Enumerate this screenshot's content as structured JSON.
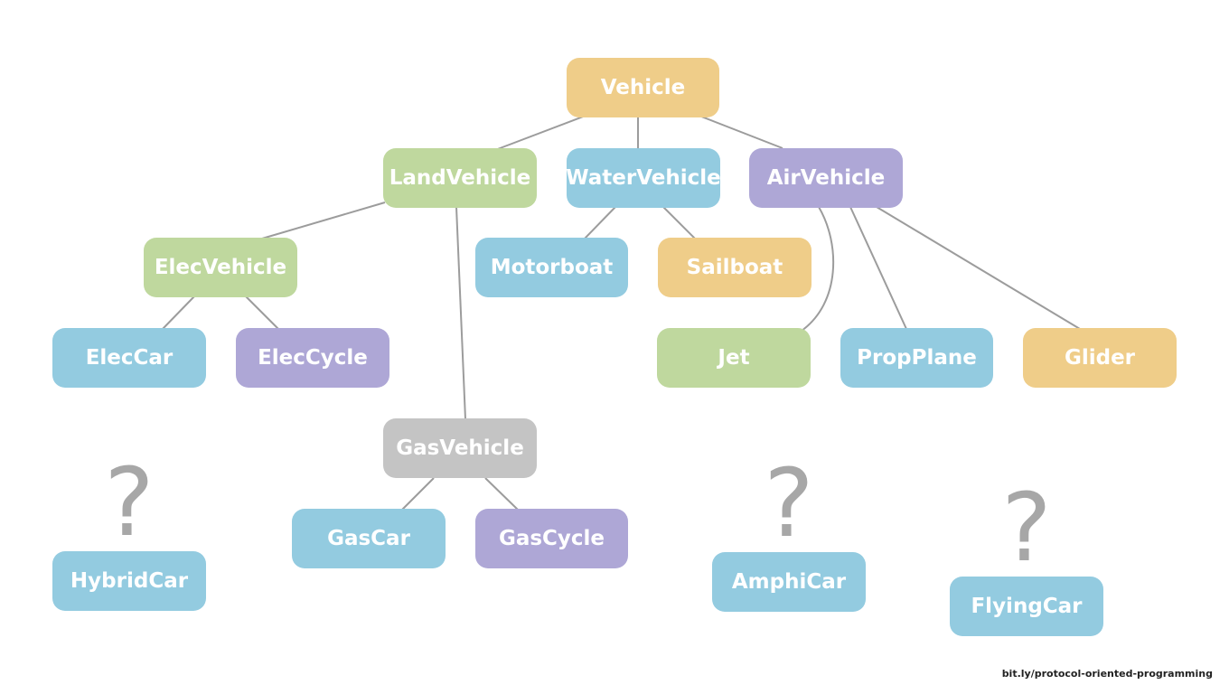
{
  "colors": {
    "edge": "#9c9c9c",
    "question": "#a7a7a7",
    "text": "#ffffff"
  },
  "nodes": {
    "vehicle": {
      "label": "Vehicle",
      "color": "#efcd89"
    },
    "land_vehicle": {
      "label": "LandVehicle",
      "color": "#bfd89e"
    },
    "water_vehicle": {
      "label": "WaterVehicle",
      "color": "#93cbe0"
    },
    "air_vehicle": {
      "label": "AirVehicle",
      "color": "#aea7d6"
    },
    "elec_vehicle": {
      "label": "ElecVehicle",
      "color": "#bfd89e"
    },
    "motorboat": {
      "label": "Motorboat",
      "color": "#93cbe0"
    },
    "sailboat": {
      "label": "Sailboat",
      "color": "#efcd89"
    },
    "elec_car": {
      "label": "ElecCar",
      "color": "#93cbe0"
    },
    "elec_cycle": {
      "label": "ElecCycle",
      "color": "#aea7d6"
    },
    "jet": {
      "label": "Jet",
      "color": "#bfd89e"
    },
    "prop_plane": {
      "label": "PropPlane",
      "color": "#93cbe0"
    },
    "glider": {
      "label": "Glider",
      "color": "#efcd89"
    },
    "gas_vehicle": {
      "label": "GasVehicle",
      "color": "#c4c4c4"
    },
    "gas_car": {
      "label": "GasCar",
      "color": "#93cbe0"
    },
    "gas_cycle": {
      "label": "GasCycle",
      "color": "#aea7d6"
    },
    "hybrid_car": {
      "label": "HybridCar",
      "color": "#93cbe0"
    },
    "amphi_car": {
      "label": "AmphiCar",
      "color": "#93cbe0"
    },
    "flying_car": {
      "label": "FlyingCar",
      "color": "#93cbe0"
    }
  },
  "edges": [
    [
      "vehicle",
      "land_vehicle"
    ],
    [
      "vehicle",
      "water_vehicle"
    ],
    [
      "vehicle",
      "air_vehicle"
    ],
    [
      "land_vehicle",
      "elec_vehicle"
    ],
    [
      "land_vehicle",
      "gas_vehicle"
    ],
    [
      "water_vehicle",
      "motorboat"
    ],
    [
      "water_vehicle",
      "sailboat"
    ],
    [
      "elec_vehicle",
      "elec_car"
    ],
    [
      "elec_vehicle",
      "elec_cycle"
    ],
    [
      "air_vehicle",
      "jet"
    ],
    [
      "air_vehicle",
      "prop_plane"
    ],
    [
      "air_vehicle",
      "glider"
    ],
    [
      "gas_vehicle",
      "gas_car"
    ],
    [
      "gas_vehicle",
      "gas_cycle"
    ]
  ],
  "question_mark": "?",
  "footer": {
    "link": "bit.ly/protocol-oriented-programming"
  }
}
